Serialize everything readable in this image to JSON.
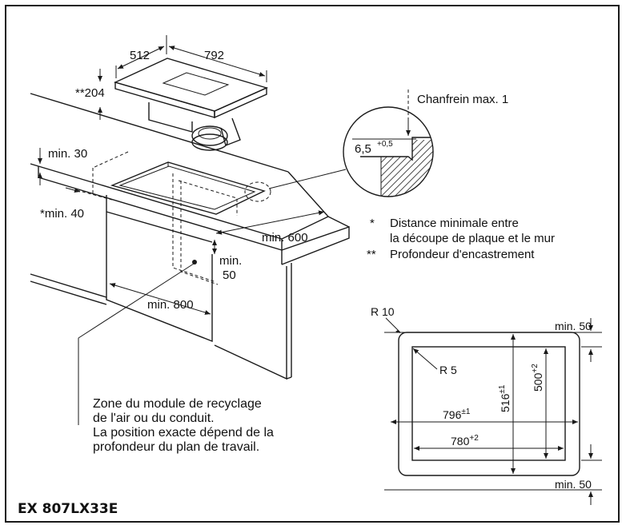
{
  "model": "EX 807LX33E",
  "dims": {
    "hob_depth": "512",
    "hob_width": "792",
    "install_depth": "**204",
    "min_30": "min. 30",
    "min_40": "*min. 40",
    "min_600": "min. 600",
    "min_50_front": "min.",
    "min_50_front_val": "50",
    "min_800": "min. 800"
  },
  "chamfer": {
    "label": "Chanfrein max. 1",
    "value": "6,5",
    "tol": "+0,5"
  },
  "legend": {
    "star": "*",
    "star_line1": "Distance minimale entre",
    "star_line2": "la découpe de plaque et le mur",
    "dstar": "**",
    "dstar_text": "Profondeur d'encastrement"
  },
  "zone_note": [
    "Zone du module de recyclage",
    "de l'air ou du conduit.",
    "La position exacte dépend de la",
    "profondeur du plan de travail."
  ],
  "cutout": {
    "r10": "R 10",
    "r5": "R 5",
    "min50_top": "min. 50",
    "min50_bottom": "min. 50",
    "w_outer": "796",
    "w_outer_tol": "±1",
    "w_inner": "780",
    "w_inner_tol": "+2",
    "h_outer": "516",
    "h_outer_tol": "±1",
    "h_inner": "500",
    "h_inner_tol": "+2"
  }
}
